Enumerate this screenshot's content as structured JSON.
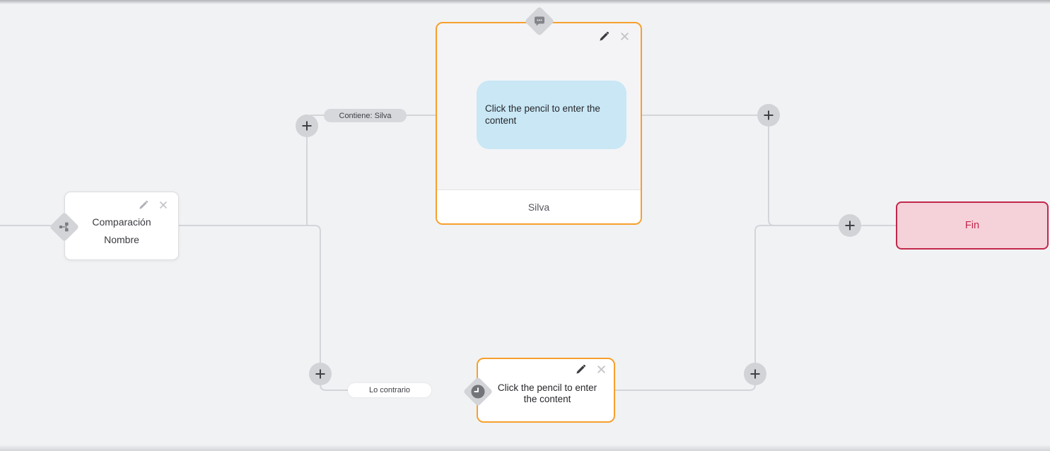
{
  "canvas": {
    "background": "#f1f2f4"
  },
  "colors": {
    "node_accent_orange": "#f6a02c",
    "end_accent_red": "#c2274b",
    "end_fill_pink": "#f5d2d9",
    "bubble_blue": "#c9e7f5",
    "edge_gray": "#d4d5d9",
    "control_gray": "#d2d3d7"
  },
  "nodes": {
    "condition": {
      "icon": "branch-icon",
      "line1": "Comparación",
      "line2": "Nombre"
    },
    "message": {
      "icon": "chat-dots-icon",
      "bubble": "Click the pencil to enter the content",
      "footer": "Silva"
    },
    "wait": {
      "icon": "clock-icon",
      "body": "Click the pencil to enter the content"
    },
    "end": {
      "label": "Fin"
    }
  },
  "edge_labels": {
    "contains": "Contiene: Silva",
    "otherwise": "Lo contrario"
  }
}
